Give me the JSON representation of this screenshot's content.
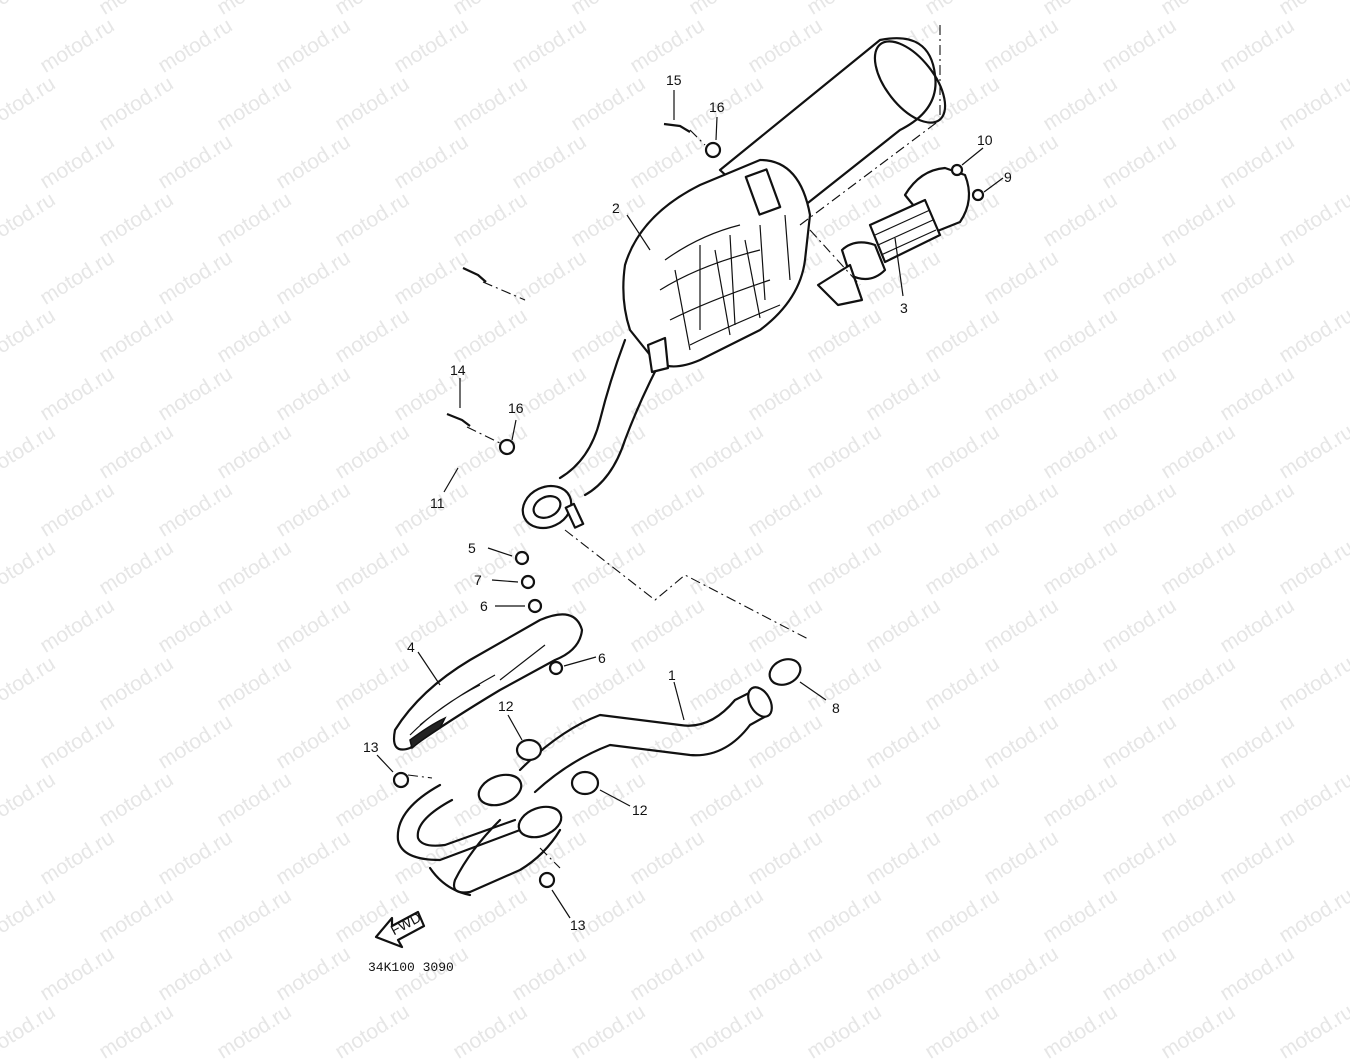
{
  "diagram": {
    "watermark": "motod.ru",
    "drawing_code": "34K100 3090",
    "fwd_label": "FWD",
    "callouts": [
      "1",
      "2",
      "3",
      "4",
      "5",
      "6",
      "6",
      "7",
      "8",
      "9",
      "10",
      "11",
      "12",
      "12",
      "13",
      "13",
      "14",
      "15",
      "16",
      "16"
    ]
  }
}
